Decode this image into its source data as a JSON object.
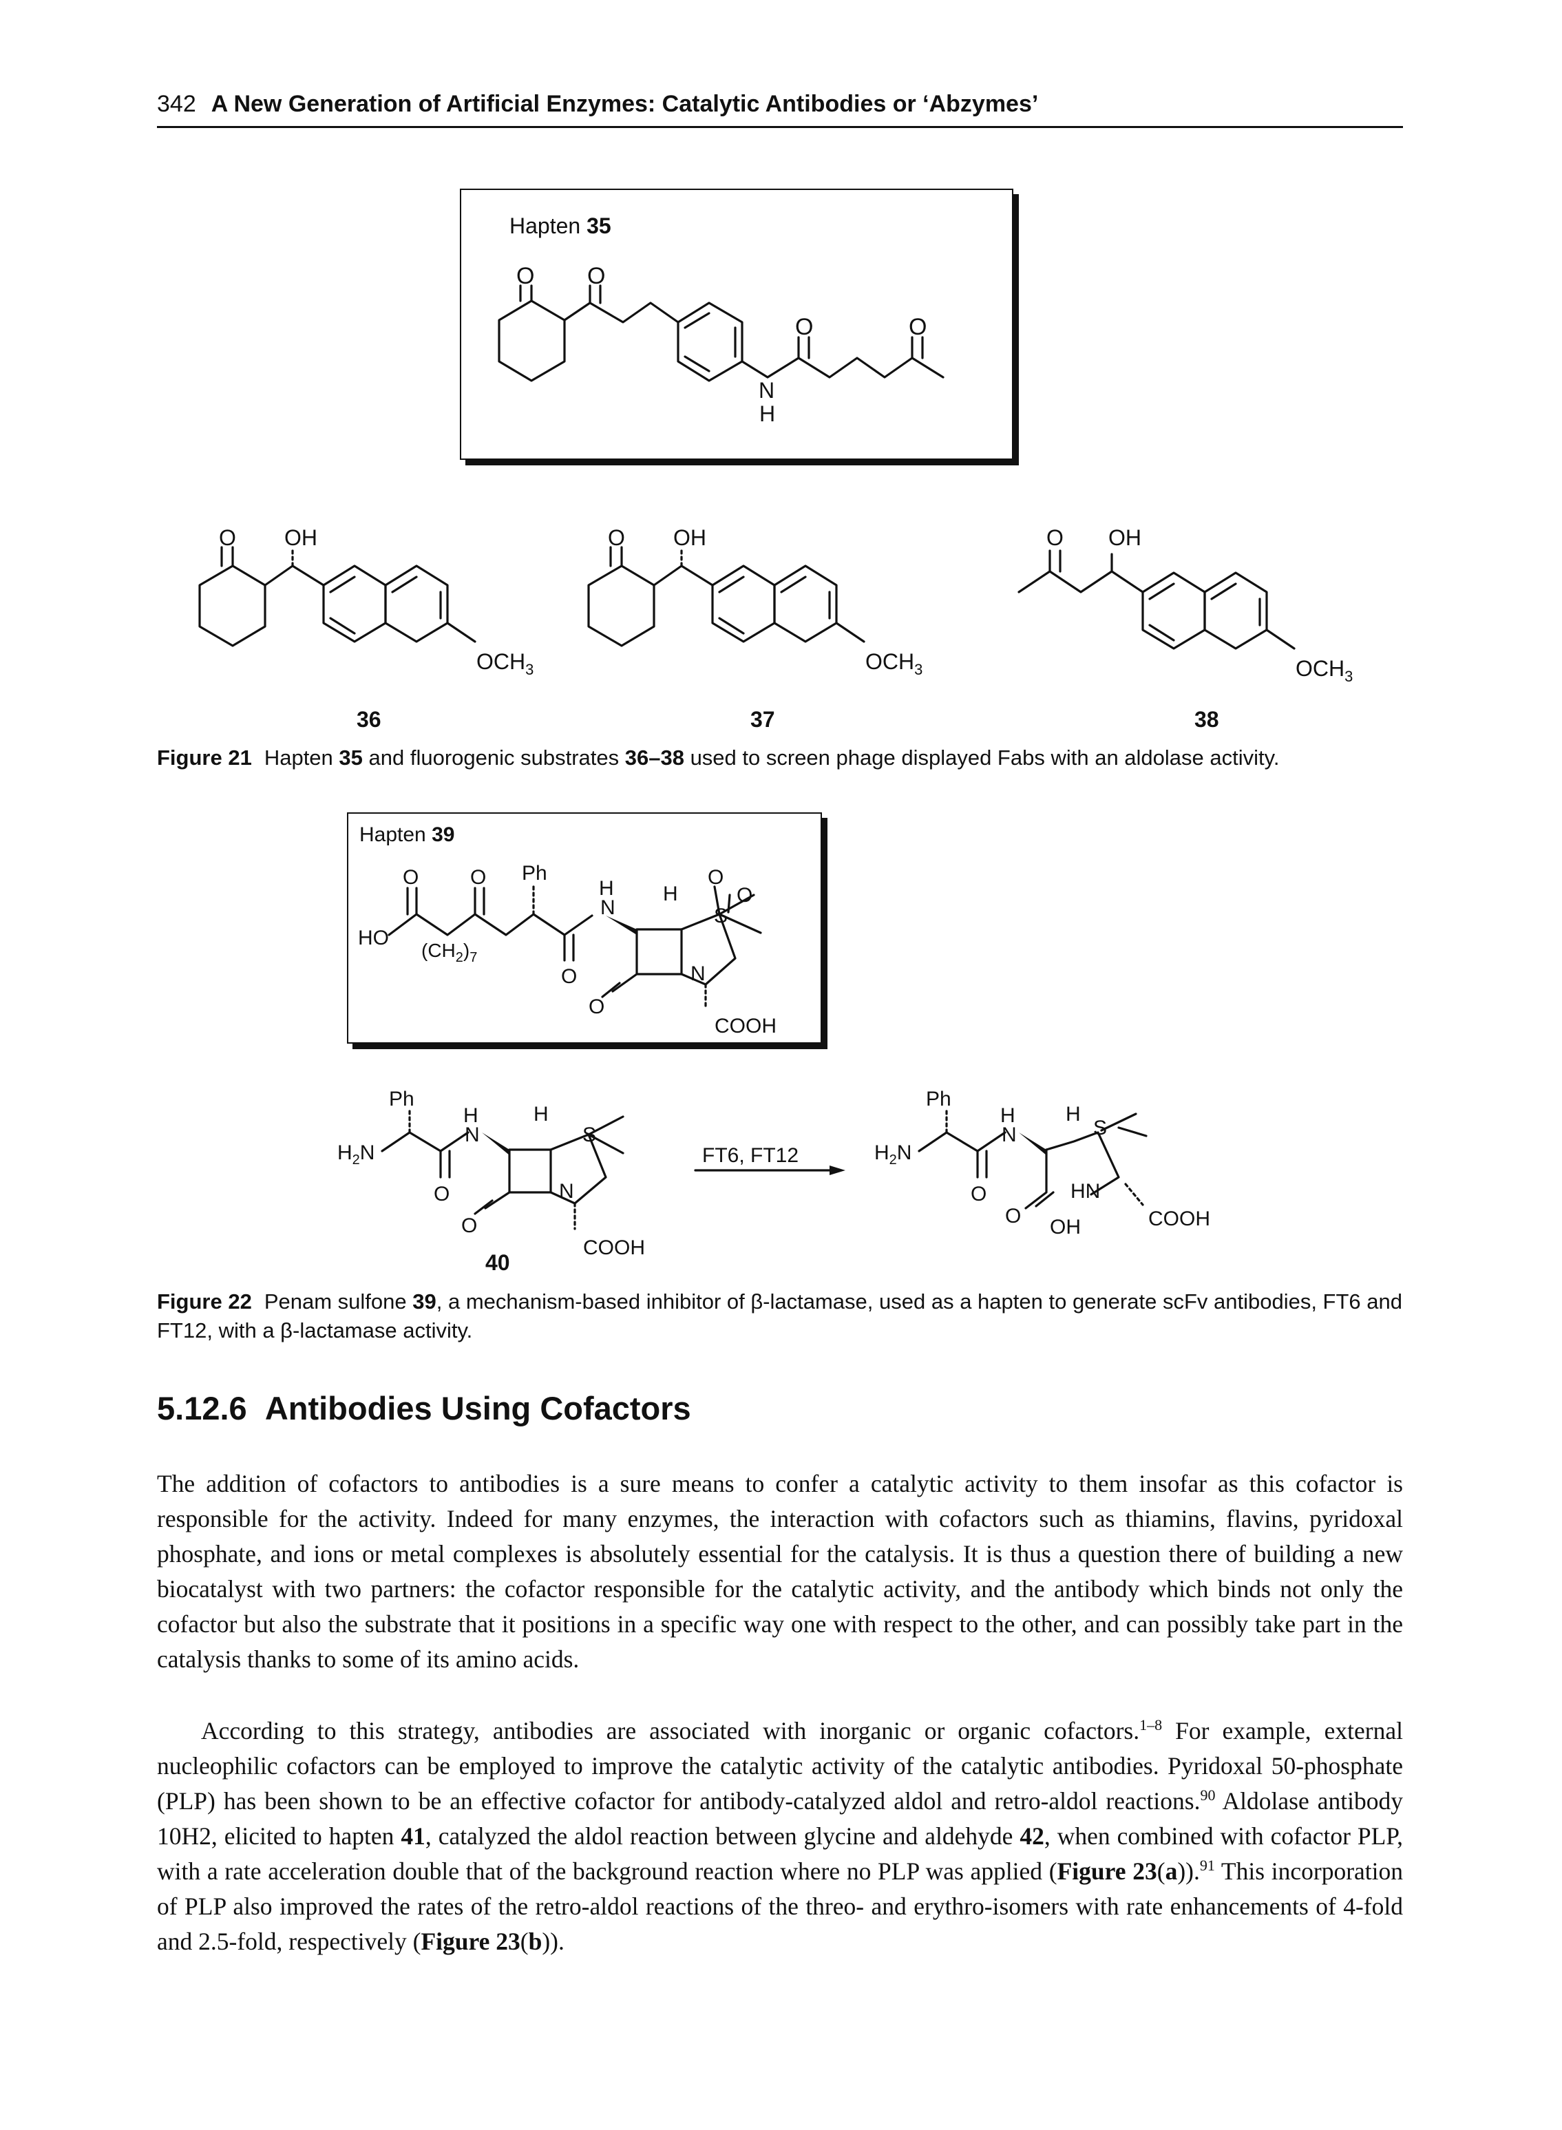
{
  "header": {
    "page_number": "342",
    "running_title": "A New Generation of Artificial Enzymes: Catalytic Antibodies or ‘Abzymes’"
  },
  "figure21": {
    "box_label_prefix": "Hapten ",
    "box_label_num": "35",
    "atom_labels": {
      "o": "O",
      "n": "N",
      "h": "H",
      "oh": "OH",
      "och3_main": "OCH",
      "och3_sub": "3"
    },
    "compound_numbers": [
      "36",
      "37",
      "38"
    ],
    "caption_label": "Figure 21",
    "caption_parts": [
      "Hapten ",
      "35",
      " and fluorogenic substrates ",
      "36–38",
      " used to screen phage displayed Fabs with an aldolase activity."
    ]
  },
  "figure22": {
    "box_label_prefix": "Hapten ",
    "box_label_num": "39",
    "atom_labels": {
      "ho": "HO",
      "ch2_main": "(CH",
      "ch2_sub": "2",
      "ch2_tail": ")",
      "ch2_n": "7",
      "ph": "Ph",
      "s": "S",
      "cooh": "COOH",
      "h2n_main": "H",
      "h2n_sub": "2",
      "h2n_tail": "N",
      "hn": "HN",
      "oh": "OH"
    },
    "compound_number": "40",
    "reaction_label": "FT6, FT12",
    "caption_label": "Figure 22",
    "caption_parts": [
      "Penam sulfone ",
      "39",
      ", a mechanism-based inhibitor of β-lactamase, used as a hapten to generate scFv antibodies, FT6 and FT12, with a β-lactamase activity."
    ]
  },
  "section": {
    "number": "5.12.6",
    "title": "Antibodies Using Cofactors"
  },
  "paragraph1": {
    "text": "The addition of cofactors to antibodies is a sure means to confer a catalytic activity to them insofar as this cofactor is responsible for the activity. Indeed for many enzymes, the interaction with cofactors such as thiamins, flavins, pyridoxal phosphate, and ions or metal complexes is absolutely essential for the catalysis. It is thus a question there of building a new biocatalyst with two partners: the cofactor responsible for the catalytic activity, and the antibody which binds not only the cofactor but also the substrate that it positions in a specific way one with respect to the other, and can possibly take part in the catalysis thanks to some of its amino acids."
  },
  "paragraph2": {
    "p1": "According to this strategy, antibodies are associated with inorganic or organic cofactors.",
    "r1": "1–8",
    "p2": " For example, external nucleophilic cofactors can be employed to improve the catalytic activity of the catalytic antibodies. Pyridoxal 50-phosphate (PLP) has been shown to be an effective cofactor for antibody-catalyzed aldol and retro-aldol reactions.",
    "r2": "90",
    "p3": " Aldolase antibody 10H2, elicited to hapten ",
    "b1": "41",
    "p4": ", catalyzed the aldol reaction between glycine and aldehyde ",
    "b2": "42",
    "p5": ", when combined with cofactor PLP, with a rate acceleration double that of the background reaction where no PLP was applied (",
    "b3": "Figure 23",
    "p6": "(",
    "b4": "a",
    "p7": ")).",
    "r3": "91",
    "p8": " This incorporation of PLP also improved the rates of the retro-aldol reactions of the threo- and erythro-isomers with rate enhancements of 4-fold and 2.5-fold, respectively (",
    "b5": "Figure 23",
    "p9": "(",
    "b6": "b",
    "p10": "))."
  }
}
